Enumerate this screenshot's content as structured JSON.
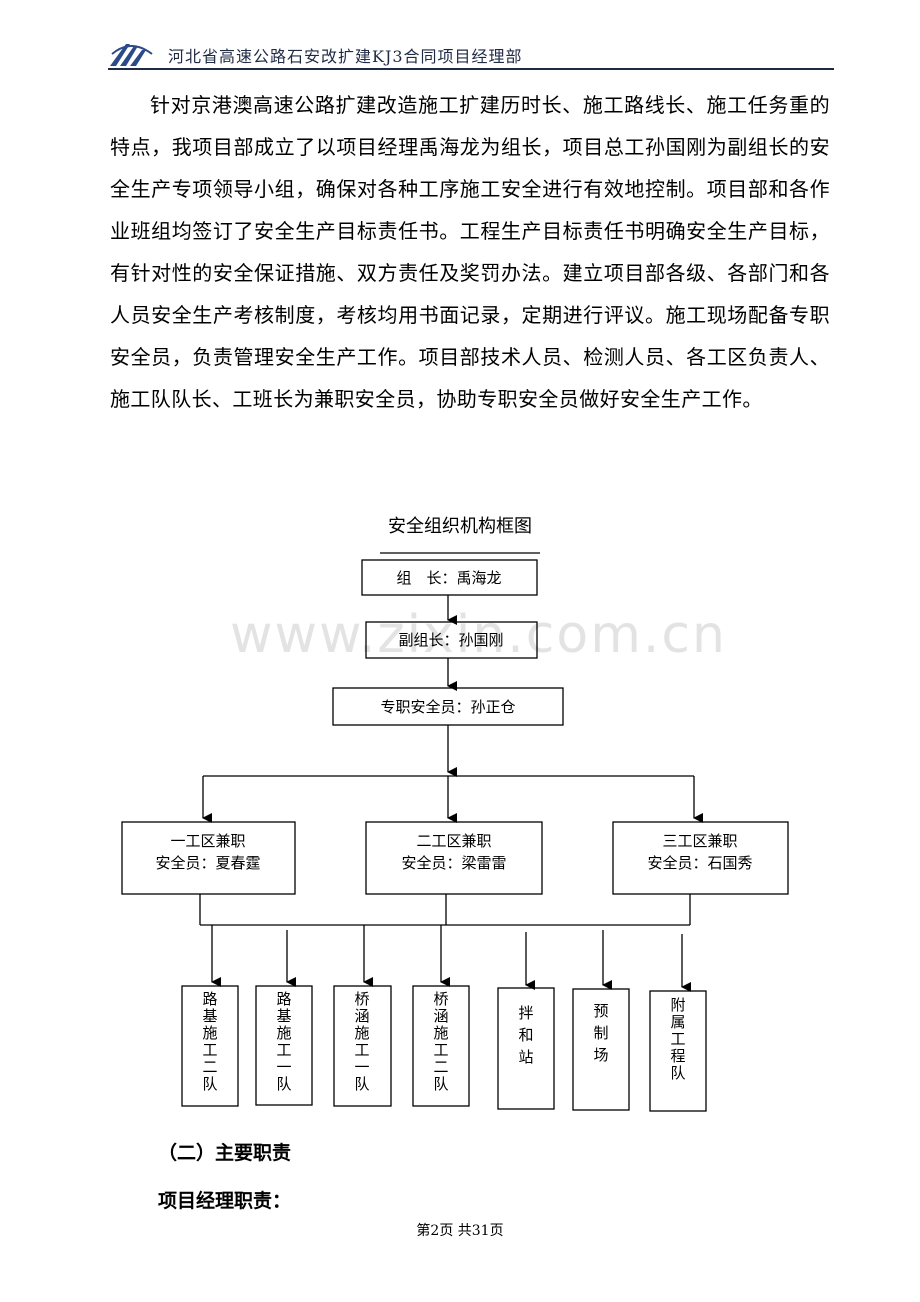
{
  "header": {
    "title": "河北省高速公路石安改扩建KJ3合同项目经理部"
  },
  "body_text": "针对京港澳高速公路扩建改造施工扩建历时长、施工路线长、施工任务重的特点，我项目部成立了以项目经理禹海龙为组长，项目总工孙国刚为副组长的安全生产专项领导小组，确保对各种工序施工安全进行有效地控制。项目部和各作业班组均签订了安全生产目标责任书。工程生产目标责任书明确安全生产目标，有针对性的安全保证措施、双方责任及奖罚办法。建立项目部各级、各部门和各人员安全生产考核制度，考核均用书面记录，定期进行评议。施工现场配备专职安全员，负责管理安全生产工作。项目部技术人员、检测人员、各工区负责人、施工队队长、工班长为兼职安全员，协助专职安全员做好安全生产工作。",
  "org_chart": {
    "title": "安全组织机构框图",
    "leader": "组　长：禹海龙",
    "deputy": "副组长：孙国刚",
    "safety_officer": "专职安全员：孙正仓",
    "zones": [
      {
        "line1": "一工区兼职",
        "line2": "安全员：夏春霆"
      },
      {
        "line1": "二工区兼职",
        "line2": "安全员：梁雷雷"
      },
      {
        "line1": "三工区兼职",
        "line2": "安全员：石国秀"
      }
    ],
    "teams": [
      "路基施工二队",
      "路基施工一队",
      "桥涵施工一队",
      "桥涵施工二队",
      "拌和站",
      "预制场",
      "附属工程队"
    ]
  },
  "watermark": "www.zixin.com.cn",
  "sections": {
    "heading": "（二）主要职责",
    "subheading": "项目经理职责："
  },
  "footer": {
    "page": "第2页 共31页"
  }
}
